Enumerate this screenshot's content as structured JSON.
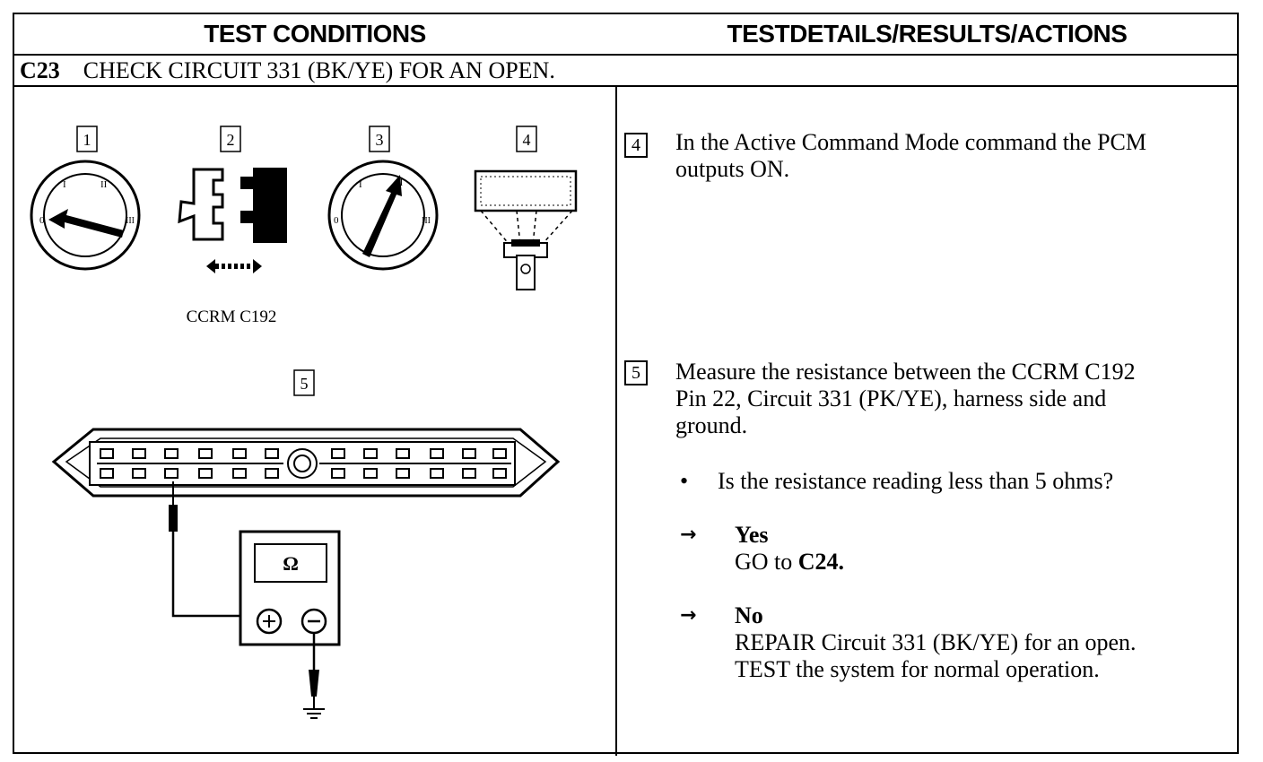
{
  "header": {
    "left_title": "TEST CONDITIONS",
    "right_title": "TESTDETAILS/RESULTS/ACTIONS"
  },
  "step": {
    "id": "C23",
    "title": "CHECK CIRCUIT 331 (BK/YE) FOR AN OPEN."
  },
  "illustration": {
    "frame_numbers": [
      "1",
      "2",
      "3",
      "4",
      "5"
    ],
    "connector_caption": "CCRM C192",
    "ohmmeter_symbol": "Ω",
    "switch_marks": [
      "0",
      "I",
      "II",
      "III"
    ]
  },
  "instructions": [
    {
      "num": "4",
      "text_line1": "In the Active Command Mode command the PCM",
      "text_line2": "outputs ON."
    },
    {
      "num": "5",
      "text_line1": "Measure the resistance between the CCRM C192",
      "text_line2": "Pin 22, Circuit 331 (PK/YE), harness side and",
      "text_line3": "ground.",
      "question": "Is the resistance reading less than 5 ohms?",
      "yes_label": "Yes",
      "yes_action_prefix": "GO to",
      "yes_action_target": "C24.",
      "no_label": "No",
      "no_action_line1": "REPAIR Circuit 331 (BK/YE) for an open.",
      "no_action_line2": "TEST the system for normal operation."
    }
  ],
  "symbols": {
    "bullet": "•",
    "arrow": "→"
  }
}
